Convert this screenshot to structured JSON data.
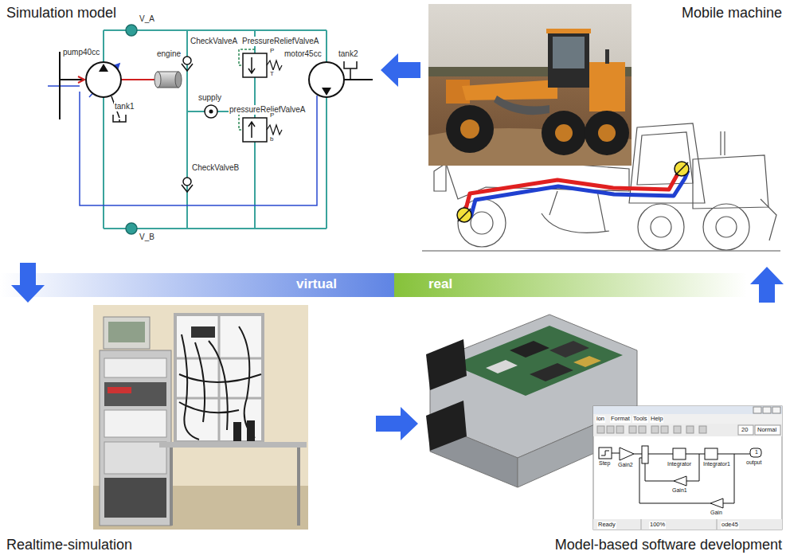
{
  "diagram": {
    "nodes": [
      {
        "text": [
          "Simulation model"
        ]
      },
      {
        "text": [
          "Mobile machine"
        ]
      },
      {
        "text": [
          "Realtime-simulation"
        ]
      },
      {
        "text": [
          "Model-based software development"
        ]
      }
    ],
    "edges": [
      {
        "from": 1,
        "to": 0,
        "arrow": "to"
      },
      {
        "from": 0,
        "to": 2,
        "arrow": "to"
      },
      {
        "from": 2,
        "to": 3,
        "arrow": "to"
      },
      {
        "from": 3,
        "to": 1,
        "arrow": "to"
      }
    ],
    "labels": [
      "V_A",
      "CheckValveA",
      "PressureReliefValveA",
      "P",
      "T",
      "pump40cc",
      "engine",
      "motor45cc",
      "tank2",
      "tank1",
      "supply",
      "pressureReliefValveA",
      "P",
      "b",
      "CheckValveB",
      "V_B",
      "virtual",
      "real",
      "ion",
      "Format",
      "Tools",
      "Help",
      "20",
      "Normal",
      "Step",
      "Gain2",
      "Integrator",
      "Integrator1",
      "1",
      "output",
      "Gain1",
      "Gain",
      "Ready",
      "100%",
      "ode45"
    ]
  }
}
